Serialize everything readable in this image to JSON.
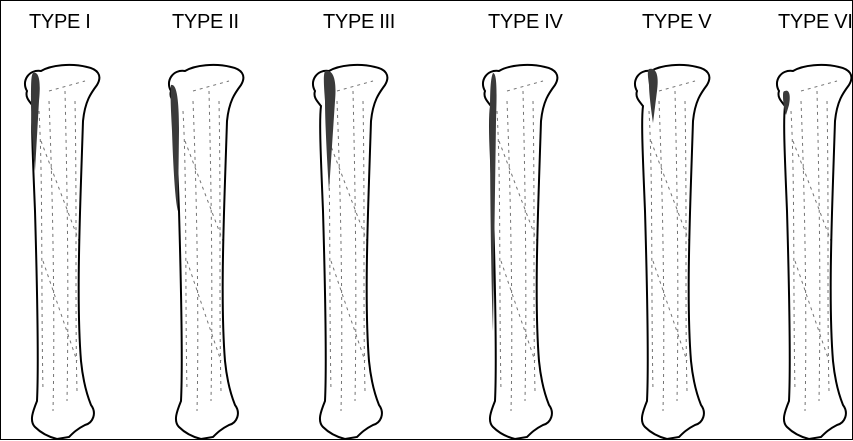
{
  "figure": {
    "labels": [
      "TYPE I",
      "TYPE II",
      "TYPE III",
      "TYPE IV",
      "TYPE V",
      "TYPE VI"
    ]
  },
  "colors": {
    "background": "#ffffff",
    "outline": "#000000",
    "highlight": "#3a3a3a"
  }
}
